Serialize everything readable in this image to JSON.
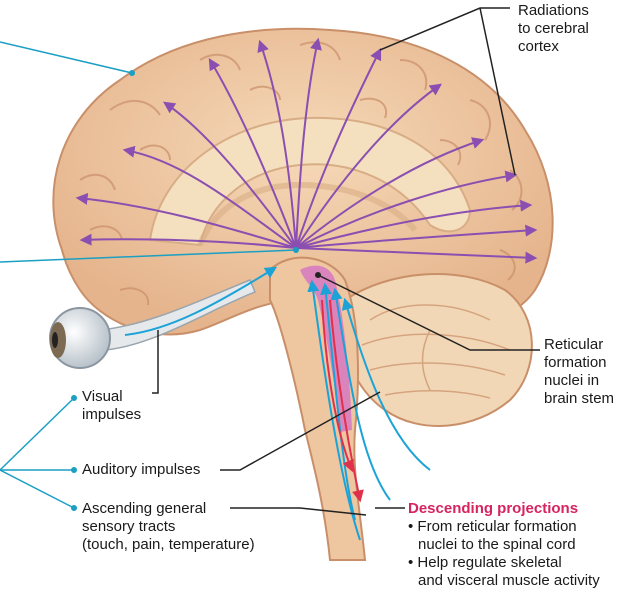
{
  "labels": {
    "radiations": [
      "Radiations",
      "to cerebral",
      "cortex"
    ],
    "reticular": [
      "Reticular",
      "formation",
      "nuclei in",
      "brain stem"
    ],
    "visual": [
      "Visual",
      "impulses"
    ],
    "auditory": "Auditory impulses",
    "ascending": [
      "Ascending general",
      "sensory tracts",
      "(touch, pain, temperature)"
    ],
    "descending": {
      "title": "Descending projections",
      "items": [
        [
          "• From reticular formation",
          "  nuclei to the spinal cord"
        ],
        [
          "• Help regulate skeletal",
          "  and visceral muscle activity"
        ]
      ]
    }
  },
  "colors": {
    "brain": "#efc9a3",
    "brain_dark": "#d49d78",
    "inner": "#f4dfbf",
    "tract": "#d77cc1",
    "radiation_arrow": "#8a4fb0",
    "impulse_arrow": "#1ba3d8",
    "leader_teal": "#1b9fc3",
    "leader_dark": "#222222",
    "descending_title": "#d6245f",
    "descending_arrow": "#e0304b"
  },
  "icons": [
    "eye-icon"
  ]
}
